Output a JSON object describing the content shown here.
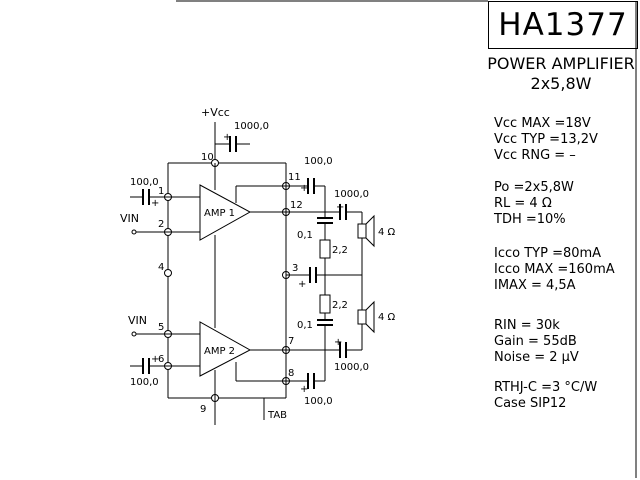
{
  "header": {
    "part_number": "HA1377",
    "description": "POWER AMPLIFIER",
    "power_rating": "2x5,8W"
  },
  "specs": {
    "group1": [
      "Vcc MAX =18V",
      "Vcc TYP =13,2V",
      "Vcc RNG = –"
    ],
    "group2": [
      "Po =2x5,8W",
      "RL = 4 Ω",
      "TDH =10%"
    ],
    "group3": [
      "Icco TYP =80mA",
      "Icco MAX =160mA",
      "IMAX = 4,5A"
    ],
    "group4": [
      "RIN = 30k",
      "Gain = 55dB",
      "Noise = 2 µV"
    ],
    "group5": [
      "RTHJ-C =3 °C/W",
      "Case SIP12"
    ]
  },
  "schematic": {
    "supply_label": "+Vcc",
    "amp1_label": "AMP 1",
    "amp2_label": "AMP 2",
    "vin1_label": "VIN",
    "vin2_label": "VIN",
    "tab_label": "TAB",
    "components": {
      "c_supply": "1000,0",
      "c_pin1": "100,0",
      "c_pin6": "100,0",
      "c_pin11": "100,0",
      "c_pin8": "100,0",
      "c_out1": "1000,0",
      "c_out2": "1000,0",
      "c_zobel1": "0,1",
      "c_zobel2": "0,1",
      "r_zobel1": "2,2",
      "r_zobel2": "2,2",
      "spk1": "4 Ω",
      "spk2": "4 Ω"
    },
    "pins": [
      "1",
      "2",
      "3",
      "4",
      "5",
      "6",
      "7",
      "8",
      "9",
      "10",
      "11",
      "12"
    ]
  }
}
